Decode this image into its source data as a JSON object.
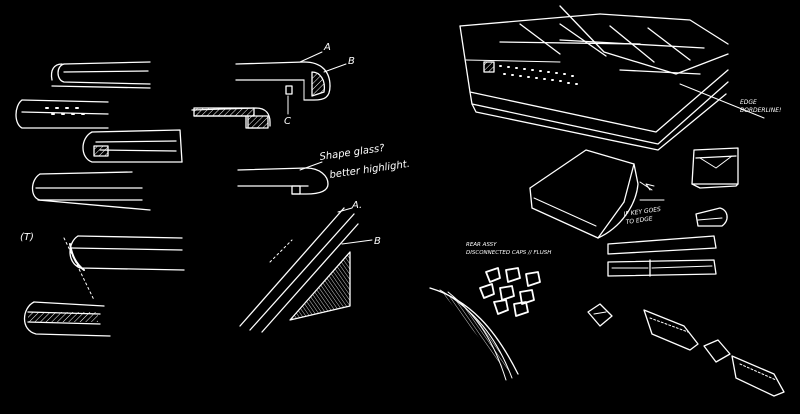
{
  "annotations": {
    "label_a_top": "A",
    "label_b_top": "B",
    "label_c_top": "C",
    "shape_glass": "Shape glass?",
    "better_highlight": "better highlight.",
    "label_a_diag": "A.",
    "label_b_diag": "B",
    "label_t": "(T)",
    "edge_borderline_1": "EDGE",
    "edge_borderline_2": "BORDERLINE!",
    "if_key_goes_1": "IF KEY GOES",
    "if_key_goes_2": "TO EDGE",
    "rear_assy_1": "REAR ASSY",
    "rear_assy_2": "DISCONNECTED CAPS // FLUSH"
  },
  "colors": {
    "background": "#000000",
    "stroke": "#ffffff"
  }
}
